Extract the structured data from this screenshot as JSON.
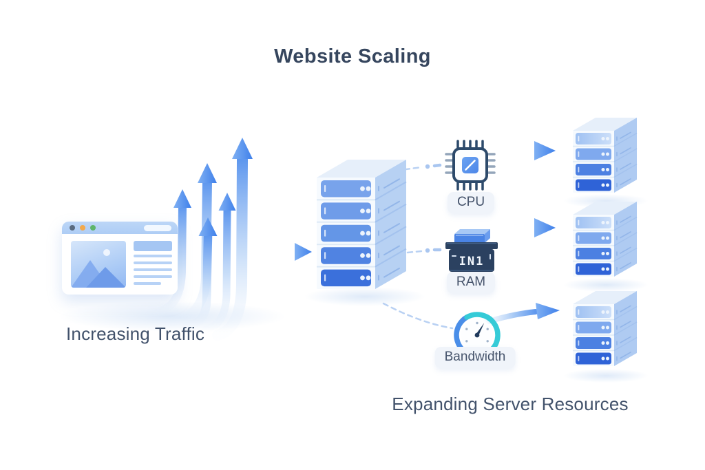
{
  "title": "Website Scaling",
  "traffic": {
    "caption": "Increasing Traffic"
  },
  "servers": {
    "caption": "Expanding Server Resources"
  },
  "resources": {
    "cpu": {
      "label": "CPU"
    },
    "ram": {
      "label": "RAM",
      "chip_text": "IN1"
    },
    "bandwidth": {
      "label": "Bandwidth"
    }
  },
  "colors": {
    "arrow_blue": "#4C8CEC",
    "gauge_teal": "#35CBD7",
    "chip_navy": "#2D4A6B",
    "server_panel_dark": "#2F63D7",
    "title_text": "#36465E",
    "caption_text": "#42526B"
  }
}
